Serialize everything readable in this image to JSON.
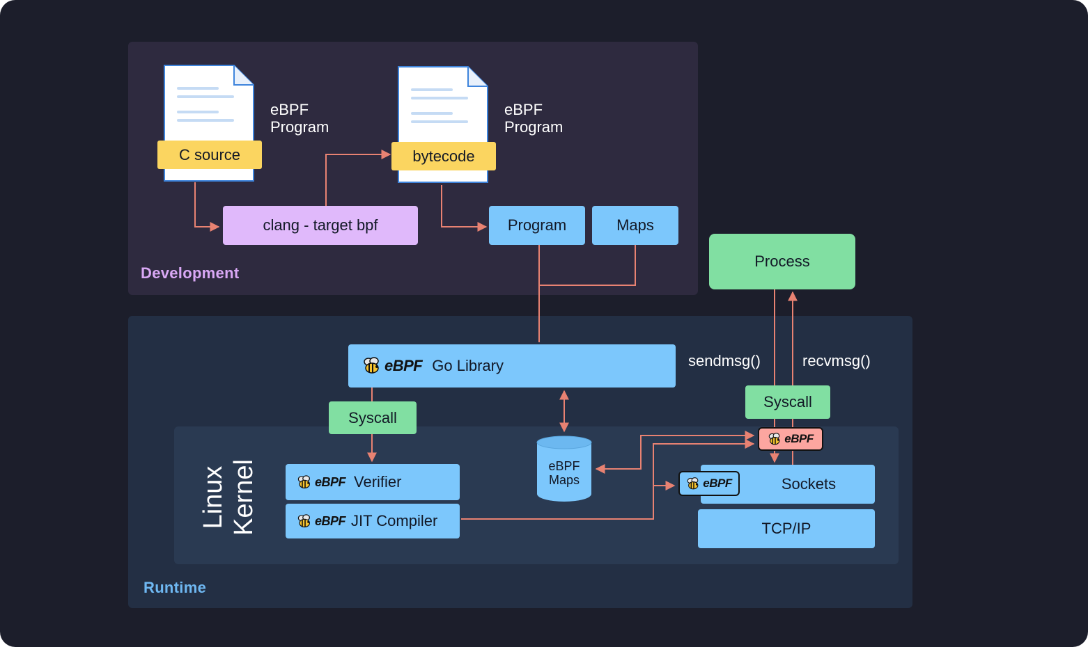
{
  "panels": {
    "development": "Development",
    "runtime": "Runtime",
    "kernel_line1": "Linux",
    "kernel_line2": "Kernel"
  },
  "docs": {
    "source_badge": "C source",
    "source_caption_1": "eBPF",
    "source_caption_2": "Program",
    "bytecode_badge": "bytecode",
    "bytecode_caption_1": "eBPF",
    "bytecode_caption_2": "Program"
  },
  "boxes": {
    "clang": "clang - target bpf",
    "program": "Program",
    "maps": "Maps",
    "process": "Process",
    "go_library": "Go Library",
    "syscall_left": "Syscall",
    "syscall_right": "Syscall",
    "verifier": "Verifier",
    "jit_compiler": "JIT Compiler",
    "ebpf_maps_1": "eBPF",
    "ebpf_maps_2": "Maps",
    "sockets": "Sockets",
    "tcpip": "TCP/IP"
  },
  "calls": {
    "send": "sendmsg()",
    "recv": "recvmsg()"
  },
  "logo_text": "eBPF",
  "colors": {
    "background": "#1c1e2b",
    "development_panel": "#2e2a3f",
    "runtime_panel": "#232f44",
    "kernel_panel": "#2a3a52",
    "development_label": "#d9a8f5",
    "runtime_label": "#6fb8f2",
    "blue_box": "#7cc7fc",
    "purple_box": "#e0b9fb",
    "green_box": "#81dfa2",
    "yellow_badge": "#fbd560",
    "hook_badge_red": "#fca6a0",
    "arrow": "#e88272"
  }
}
